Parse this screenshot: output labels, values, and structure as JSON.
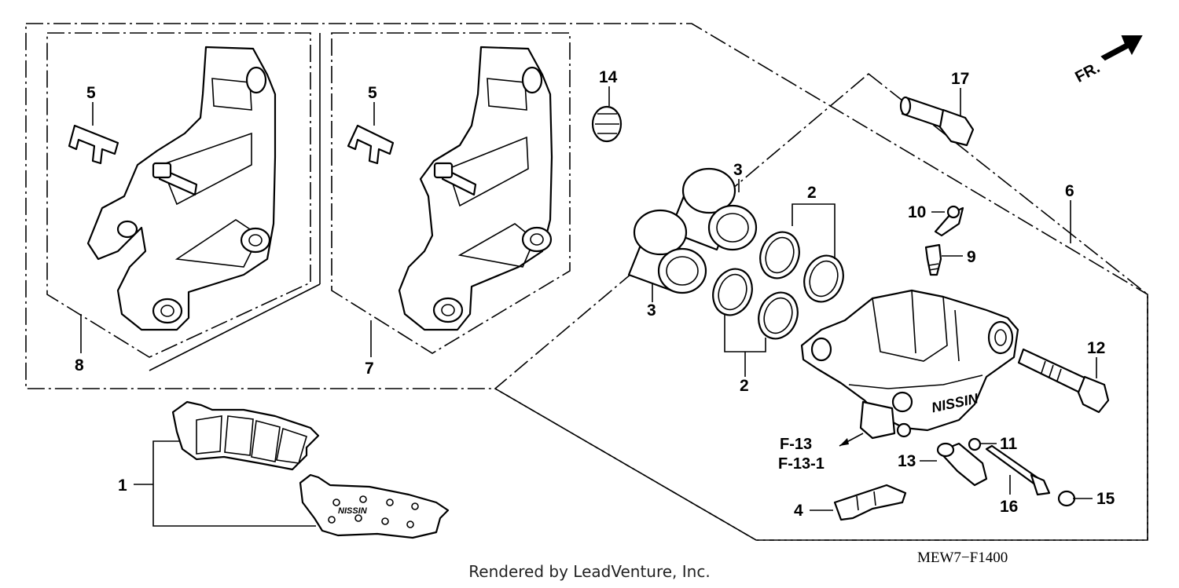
{
  "labels": {
    "p1": "1",
    "p2a": "2",
    "p2b": "2",
    "p3a": "3",
    "p3b": "3",
    "p4": "4",
    "p5a": "5",
    "p5b": "5",
    "p6": "6",
    "p7": "7",
    "p8": "8",
    "p9": "9",
    "p10": "10",
    "p11": "11",
    "p12": "12",
    "p13": "13",
    "p14": "14",
    "p15": "15",
    "p16": "16",
    "p17": "17"
  },
  "refs": {
    "r1": "F-13",
    "r2": "F-13-1"
  },
  "direction": "FR.",
  "brand_mark": "NISSIN",
  "pad_mark": "NISSIN",
  "code": "MEW7−F1400",
  "footer": "Rendered by LeadVenture, Inc."
}
